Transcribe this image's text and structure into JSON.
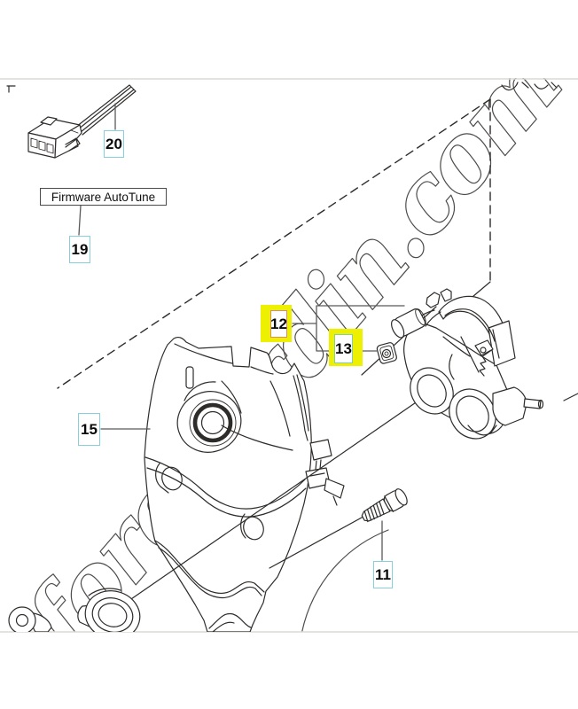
{
  "annotation_box": {
    "label": "Firmware AutoTune"
  },
  "part_labels": {
    "p11": "11",
    "p12": "12",
    "p13": "13",
    "p15": "15",
    "p19": "19",
    "p20": "20"
  },
  "watermark": {
    "seg1": {
      "text": "foret",
      "color": "#f2c893"
    },
    "seg2": {
      "text": "jardin",
      "color": "#c5dd80"
    },
    "seg3": {
      "text": ".com",
      "color": "#cfc7b8"
    }
  },
  "colors": {
    "highlight_yellow": "#edf000",
    "callout_border": "#86cfdd",
    "selection_red": "#e08a6a",
    "selection_teal": "#7fcfae",
    "line_dark": "#2e2c2a",
    "leader_gray": "#595959",
    "frame_line": "#dcdad6"
  }
}
